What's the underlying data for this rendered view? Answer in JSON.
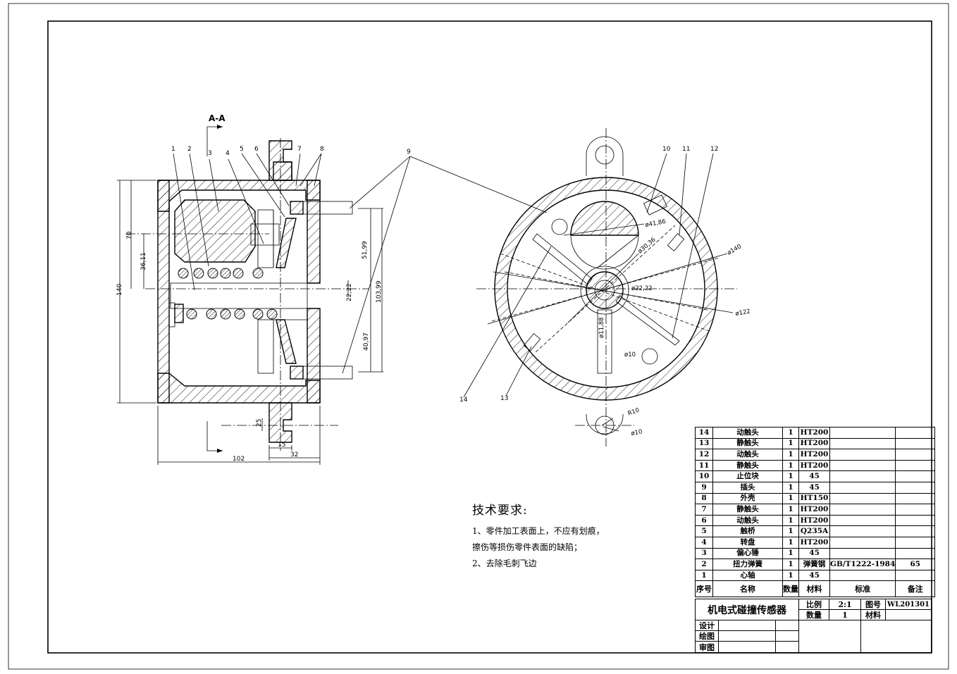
{
  "view_label": "A-A",
  "left_view": {
    "dimensions": {
      "overall_height": "140",
      "height_70": "70",
      "height_36": "36,11",
      "dim_51": "51,99",
      "dim_22": "22,22",
      "dim_103": "103,99",
      "dim_40": "40,97",
      "dim_25": "25",
      "dim_15": "15",
      "dim_32": "32",
      "width_102": "102"
    },
    "callouts": [
      "1",
      "2",
      "3",
      "4",
      "5",
      "6",
      "7",
      "8",
      "9"
    ]
  },
  "right_view": {
    "dimensions": {
      "d41": "ø41,86",
      "d30": "ø30,36",
      "d140": "ø140",
      "d22": "ø22,22",
      "d122": "ø122",
      "d11": "ø11,88",
      "d10a": "ø10",
      "r10": "R10",
      "d10b": "ø10"
    },
    "callouts": [
      "10",
      "11",
      "12",
      "13",
      "14"
    ]
  },
  "tech_requirements": {
    "title": "技术要求:",
    "line1": "1、零件加工表面上，不应有划痕，",
    "line2": "擦伤等损伤零件表面的缺陷；",
    "line3": "2、去除毛刺飞边"
  },
  "bom": {
    "rows": [
      {
        "no": "14",
        "name": "动触头",
        "qty": "1",
        "material": "HT200",
        "standard": "",
        "note": ""
      },
      {
        "no": "13",
        "name": "静触头",
        "qty": "1",
        "material": "HT200",
        "standard": "",
        "note": ""
      },
      {
        "no": "12",
        "name": "动触头",
        "qty": "1",
        "material": "HT200",
        "standard": "",
        "note": ""
      },
      {
        "no": "11",
        "name": "静触头",
        "qty": "1",
        "material": "HT200",
        "standard": "",
        "note": ""
      },
      {
        "no": "10",
        "name": "止位块",
        "qty": "1",
        "material": "45",
        "standard": "",
        "note": ""
      },
      {
        "no": "9",
        "name": "插头",
        "qty": "1",
        "material": "45",
        "standard": "",
        "note": ""
      },
      {
        "no": "8",
        "name": "外壳",
        "qty": "1",
        "material": "HT150",
        "standard": "",
        "note": ""
      },
      {
        "no": "7",
        "name": "静触头",
        "qty": "1",
        "material": "HT200",
        "standard": "",
        "note": ""
      },
      {
        "no": "6",
        "name": "动触头",
        "qty": "1",
        "material": "HT200",
        "standard": "",
        "note": ""
      },
      {
        "no": "5",
        "name": "触桥",
        "qty": "1",
        "material": "Q235A",
        "standard": "",
        "note": ""
      },
      {
        "no": "4",
        "name": "转盘",
        "qty": "1",
        "material": "HT200",
        "standard": "",
        "note": ""
      },
      {
        "no": "3",
        "name": "偏心锤",
        "qty": "1",
        "material": "45",
        "standard": "",
        "note": ""
      },
      {
        "no": "2",
        "name": "扭力弹簧",
        "qty": "1",
        "material": "弹簧钢",
        "standard": "GB/T1222-1984",
        "note": "65"
      },
      {
        "no": "1",
        "name": "心轴",
        "qty": "1",
        "material": "45",
        "standard": "",
        "note": ""
      }
    ],
    "headers": {
      "no": "序号",
      "name": "名称",
      "qty": "数量",
      "material": "材料",
      "standard": "标准",
      "note": "备注"
    }
  },
  "title_block": {
    "drawing_name": "机电式碰撞传感器",
    "scale_label": "比例",
    "scale_value": "2:1",
    "drawing_no_label": "图号",
    "drawing_no": "WL201301",
    "qty_label": "数量",
    "qty_value": "1",
    "material_label": "材料",
    "design_label": "设计",
    "draw_label": "绘图",
    "review_label": "审图"
  }
}
